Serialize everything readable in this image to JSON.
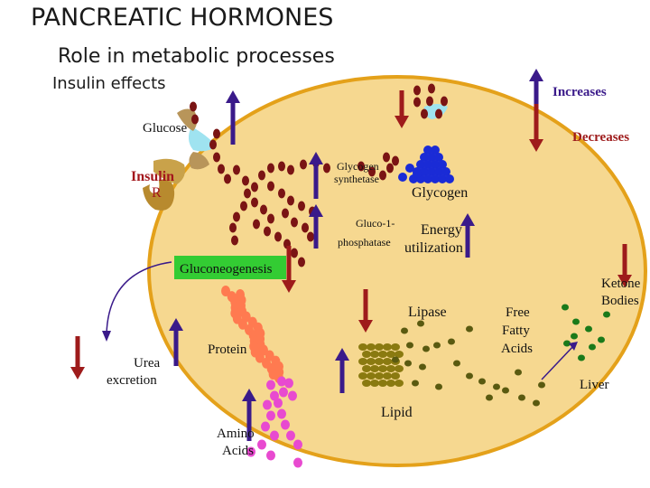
{
  "header": {
    "title": "PANCREATIC HORMONES",
    "subtitle": "Role in metabolic processes",
    "section": "Insulin effects"
  },
  "legend": {
    "increases": "Increases",
    "decreases": "Decreases"
  },
  "labels": {
    "glucose": "Glucose",
    "insulin": "Insulin",
    "receptor": "R",
    "glycogen_synthetase_1": "Glycogen",
    "glycogen_synthetase_2": "synthetase",
    "glycogen": "Glycogen",
    "gluco_phosphatase_1": "Gluco-1-",
    "gluco_phosphatase_2": "phosphatase",
    "energy": "Energy",
    "utilization": "utilization",
    "gluconeogenesis": "Gluconeogenesis",
    "lipase": "Lipase",
    "free_fatty_acids_1": "Free",
    "free_fatty_acids_2": "Fatty",
    "free_fatty_acids_3": "Acids",
    "ketone_bodies_1": "Ketone",
    "ketone_bodies_2": "Bodies",
    "urea_1": "Urea",
    "urea_2": "excretion",
    "protein": "Protein",
    "lipid": "Lipid",
    "liver": "Liver",
    "amino_acids_1": "Amino",
    "amino_acids_2": "Acids"
  },
  "colors": {
    "cell": "#f6d890",
    "cell_border": "#e4a11a",
    "increase_arrow": "#3a1a8a",
    "decrease_arrow": "#9e1b1b",
    "glucose_chain": "#7a1414",
    "glycogen": "#1a2bd6",
    "gluconeogenesis_box": "#33cc33",
    "protein": "#ff7a50",
    "amino_acids": "#e84ad0",
    "lipid": "#8a7a10",
    "fatty_acids": "#5a5a10",
    "ketone": "#1a7a1a",
    "insulin": "#b88a2e",
    "channel": "#9fe3f0"
  }
}
